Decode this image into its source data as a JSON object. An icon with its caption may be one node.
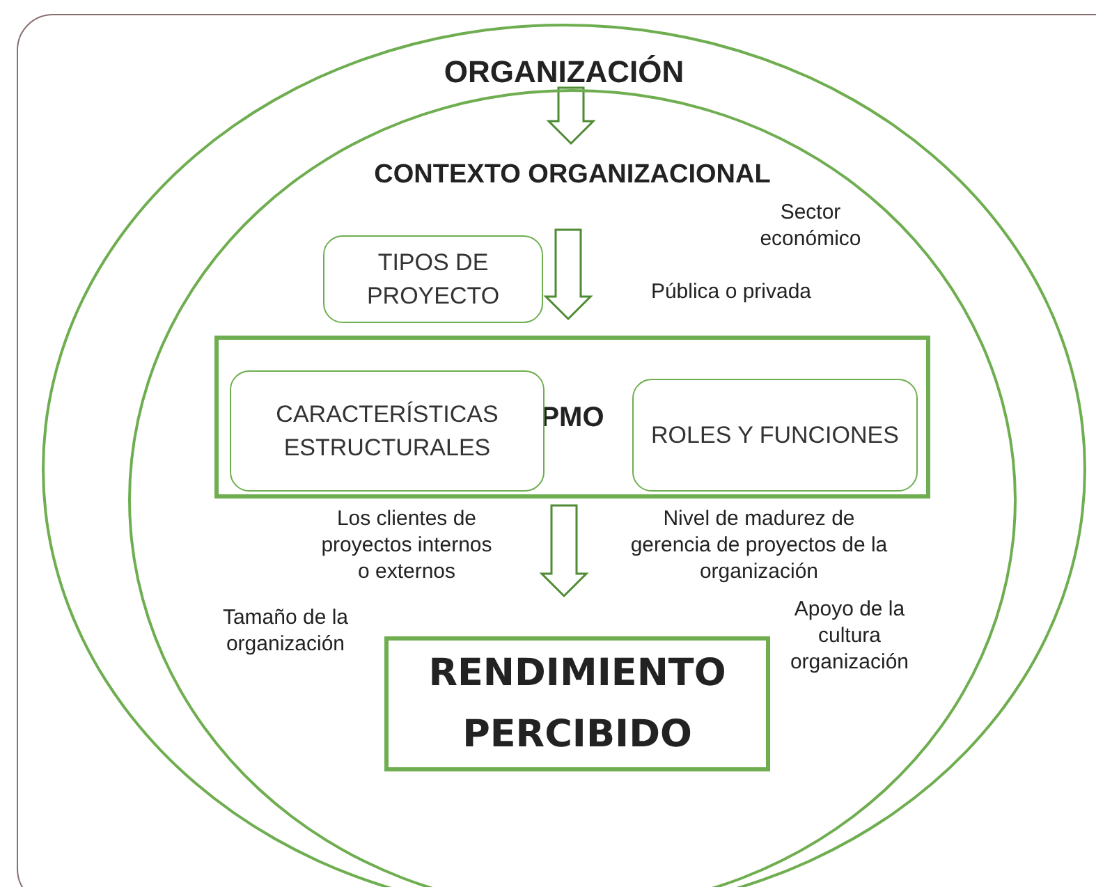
{
  "diagram": {
    "nodes": [
      {
        "text": [
          "ORGANIZACIÓN"
        ]
      },
      {
        "text": [
          "CONTEXTO ORGANIZACIONAL"
        ],
        "in": 0
      },
      {
        "text": [
          "TIPOS DE PROYECTO"
        ],
        "in": 1
      },
      {
        "text": [
          "PMO"
        ],
        "in": 1
      },
      {
        "text": [
          "CARACTERÍSTICAS ESTRUCTURALES"
        ],
        "in": 3
      },
      {
        "text": [
          "ROLES Y FUNCIONES"
        ],
        "in": 3
      },
      {
        "text": [
          "RENDIMIENTO PERCIBIDO"
        ],
        "in": 1
      }
    ],
    "edges": [
      {
        "from": 0,
        "to": 1,
        "arrow": "to"
      },
      {
        "from": 1,
        "to": 3,
        "arrow": "to"
      },
      {
        "from": 3,
        "to": 6,
        "arrow": "to"
      }
    ],
    "labels": [
      "Sector económico",
      "Pública o privada",
      "Los clientes de proyectos internos o externos",
      "Nivel de madurez de gerencia de proyectos de la organización",
      "Tamaño de la organización",
      "Apoyo de la cultura organización"
    ]
  }
}
